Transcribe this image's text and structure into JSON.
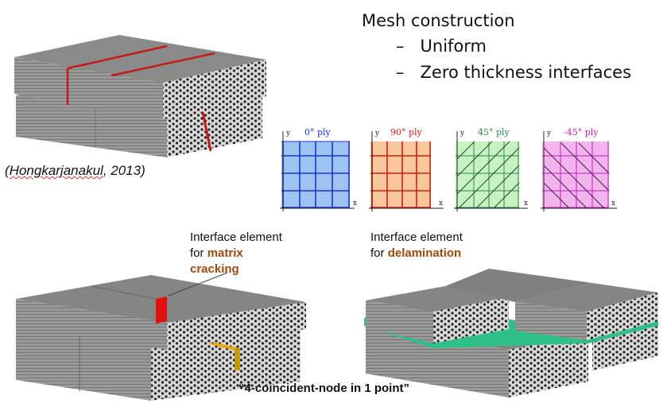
{
  "heading": {
    "title": "Mesh construction",
    "bullets": [
      "Uniform",
      "Zero thickness interfaces"
    ],
    "dash": "–"
  },
  "citation": {
    "author": "Hongkarjanakul",
    "rest": ", 2013)",
    "open": "("
  },
  "plies": [
    {
      "label": "0° ply",
      "color": "#1a36cc",
      "fill": "#9ec3f2"
    },
    {
      "label": "90° ply",
      "color": "#cc2211",
      "fill": "#f9c79b"
    },
    {
      "label": "45° ply",
      "color": "#2b8a4b",
      "fill": "#c9f2c2"
    },
    {
      "label": "-45° ply",
      "color": "#bb22bb",
      "fill": "#f3b4ee"
    }
  ],
  "axis_labels": {
    "x": "x",
    "y": "y"
  },
  "notes": {
    "matrix": {
      "line1": "Interface element",
      "prefix": "for ",
      "highlight1": "matrix",
      "highlight2": "cracking"
    },
    "delam": {
      "line1": "Interface element",
      "prefix": "for ",
      "highlight": "delamination"
    }
  },
  "caption": "“4-coincident-node in 1 point”",
  "colors": {
    "block_top": "#858585",
    "block_side": "#6f6f6f",
    "interface_yellow": "#e6a817",
    "interface_red": "#e01010",
    "interface_green": "#2fbf8a"
  }
}
